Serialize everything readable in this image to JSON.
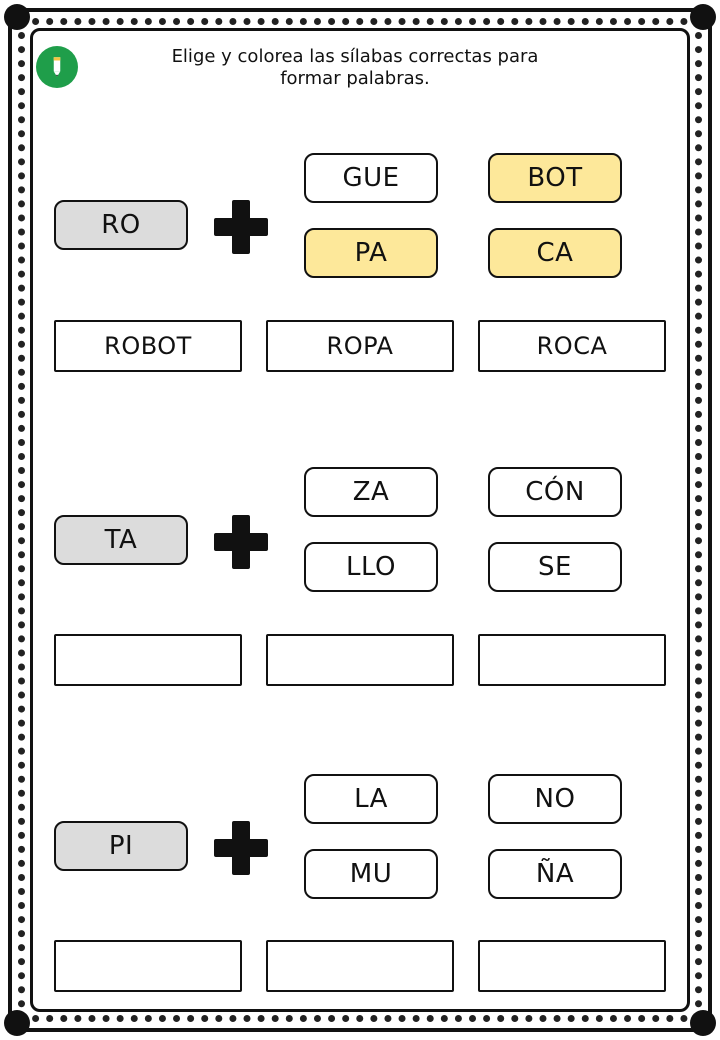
{
  "header": {
    "instruction_line1": "Elige y colorea las sílabas correctas para",
    "instruction_line2": "formar palabras."
  },
  "colors": {
    "highlight": "#fde89a",
    "base_fill": "#dcdcdc",
    "logo_green": "#1f9e4a"
  },
  "logo": {
    "icon": "pencil-icon"
  },
  "groups": [
    {
      "base": "RO",
      "options": [
        {
          "text": "GUE",
          "highlighted": false
        },
        {
          "text": "BOT",
          "highlighted": true
        },
        {
          "text": "PA",
          "highlighted": true
        },
        {
          "text": "CA",
          "highlighted": true
        }
      ],
      "answers": [
        "ROBOT",
        "ROPA",
        "ROCA"
      ]
    },
    {
      "base": "TA",
      "options": [
        {
          "text": "ZA",
          "highlighted": false
        },
        {
          "text": "CÓN",
          "highlighted": false
        },
        {
          "text": "LLO",
          "highlighted": false
        },
        {
          "text": "SE",
          "highlighted": false
        }
      ],
      "answers": [
        "",
        "",
        ""
      ]
    },
    {
      "base": "PI",
      "options": [
        {
          "text": "LA",
          "highlighted": false
        },
        {
          "text": "NO",
          "highlighted": false
        },
        {
          "text": "MU",
          "highlighted": false
        },
        {
          "text": "ÑA",
          "highlighted": false
        }
      ],
      "answers": [
        "",
        "",
        ""
      ]
    }
  ]
}
